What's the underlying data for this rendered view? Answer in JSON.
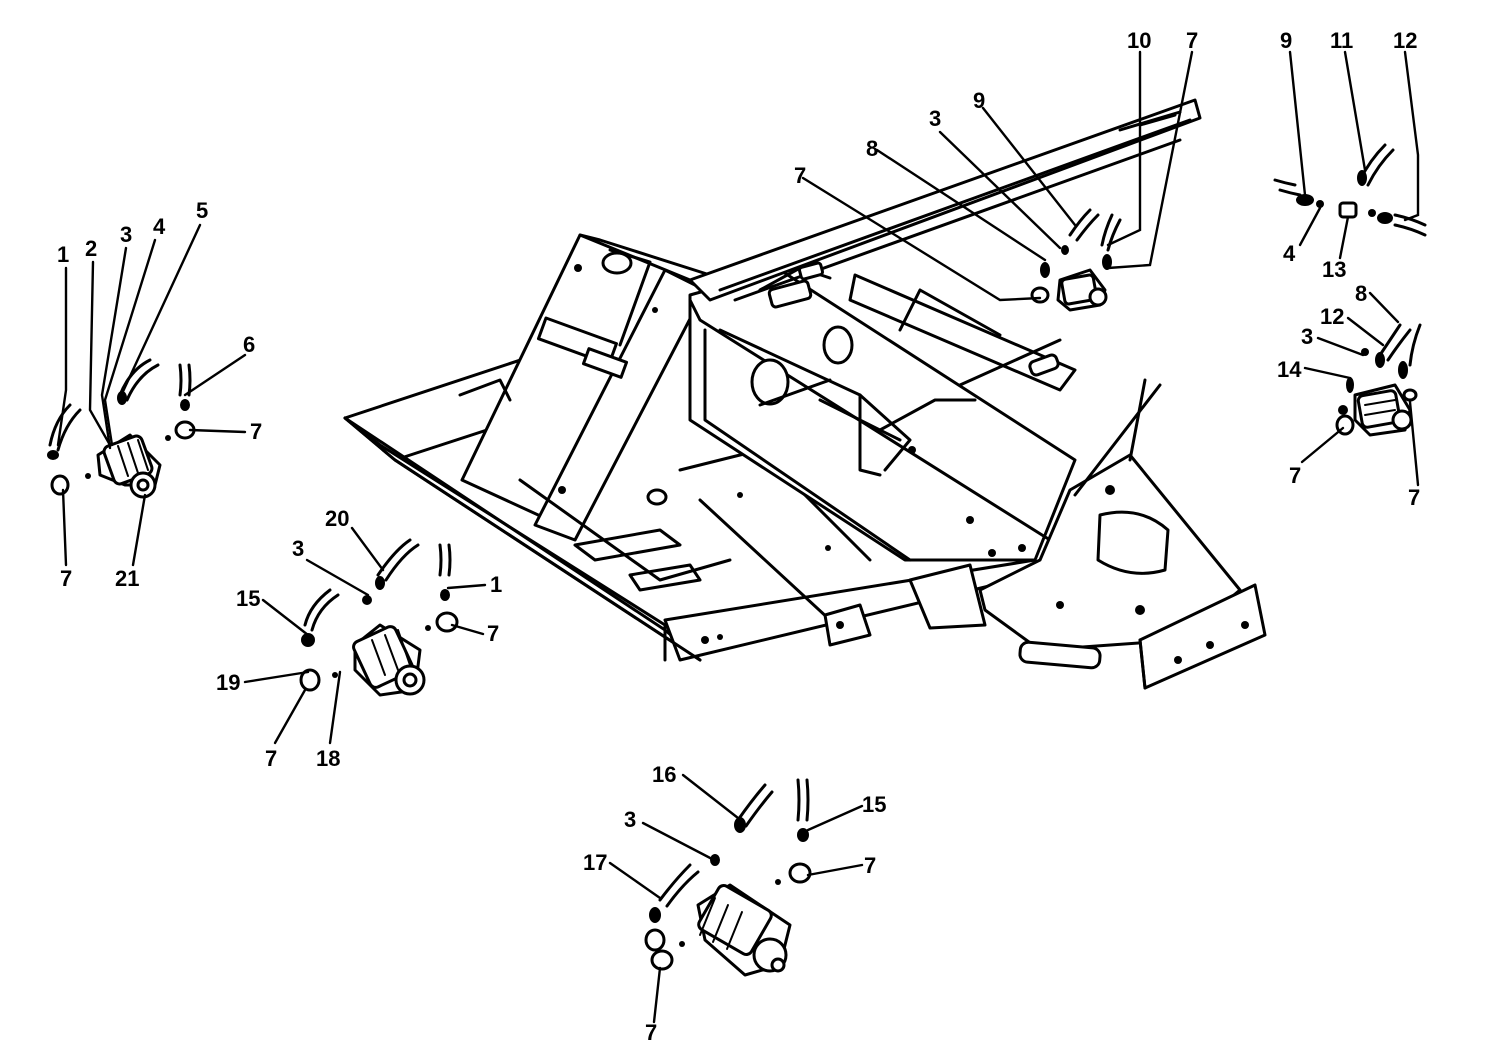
{
  "diagram": {
    "callouts": [
      {
        "id": "c1",
        "text": "1"
      },
      {
        "id": "c2",
        "text": "2"
      },
      {
        "id": "c3",
        "text": "3"
      },
      {
        "id": "c4",
        "text": "4"
      },
      {
        "id": "c5",
        "text": "5"
      },
      {
        "id": "c6",
        "text": "6"
      },
      {
        "id": "c7",
        "text": "7"
      },
      {
        "id": "c8",
        "text": "7"
      },
      {
        "id": "c9",
        "text": "21"
      },
      {
        "id": "c10",
        "text": "20"
      },
      {
        "id": "c11",
        "text": "3"
      },
      {
        "id": "c12",
        "text": "1"
      },
      {
        "id": "c13",
        "text": "15"
      },
      {
        "id": "c14",
        "text": "7"
      },
      {
        "id": "c15",
        "text": "19"
      },
      {
        "id": "c16",
        "text": "7"
      },
      {
        "id": "c17",
        "text": "18"
      },
      {
        "id": "c18",
        "text": "16"
      },
      {
        "id": "c19",
        "text": "15"
      },
      {
        "id": "c20",
        "text": "3"
      },
      {
        "id": "c21",
        "text": "17"
      },
      {
        "id": "c22",
        "text": "7"
      },
      {
        "id": "c23",
        "text": "7"
      },
      {
        "id": "c24",
        "text": "10"
      },
      {
        "id": "c25",
        "text": "7"
      },
      {
        "id": "c26",
        "text": "9"
      },
      {
        "id": "c27",
        "text": "3"
      },
      {
        "id": "c28",
        "text": "8"
      },
      {
        "id": "c29",
        "text": "7"
      },
      {
        "id": "c30",
        "text": "9"
      },
      {
        "id": "c31",
        "text": "11"
      },
      {
        "id": "c32",
        "text": "12"
      },
      {
        "id": "c33",
        "text": "4"
      },
      {
        "id": "c34",
        "text": "13"
      },
      {
        "id": "c35",
        "text": "8"
      },
      {
        "id": "c36",
        "text": "12"
      },
      {
        "id": "c37",
        "text": "3"
      },
      {
        "id": "c38",
        "text": "14"
      },
      {
        "id": "c39",
        "text": "7"
      },
      {
        "id": "c40",
        "text": "7"
      }
    ]
  }
}
